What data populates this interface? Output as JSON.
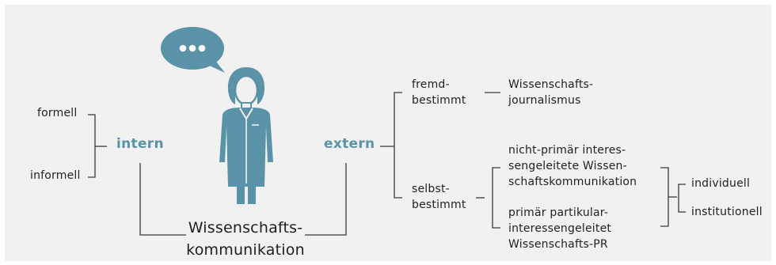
{
  "colors": {
    "background": "#f1f1f1",
    "accent": "#5a93a8",
    "text": "#222222",
    "line": "#3a3a3a"
  },
  "icons": [
    "speech-bubble-icon",
    "scientist-figure-icon"
  ],
  "diagram": {
    "center": "Wissenschafts-\nkommunikation",
    "intern": {
      "label": "intern",
      "children": [
        "formell",
        "informell"
      ]
    },
    "extern": {
      "label": "extern",
      "fremdbestimmt": {
        "label": "fremd-\nbestimmt",
        "children": [
          "Wissenschafts-\njournalismus"
        ]
      },
      "selbstbestimmt": {
        "label": "selbst-\nbestimmt",
        "children": [
          "nicht-primär interes-\nsengeleitete Wissen-\nschaftskommunikation",
          "primär partikular-\ninteressengeleitet\nWissenschafts-PR"
        ],
        "subtypes": [
          "individuell",
          "institutionell"
        ]
      }
    }
  }
}
